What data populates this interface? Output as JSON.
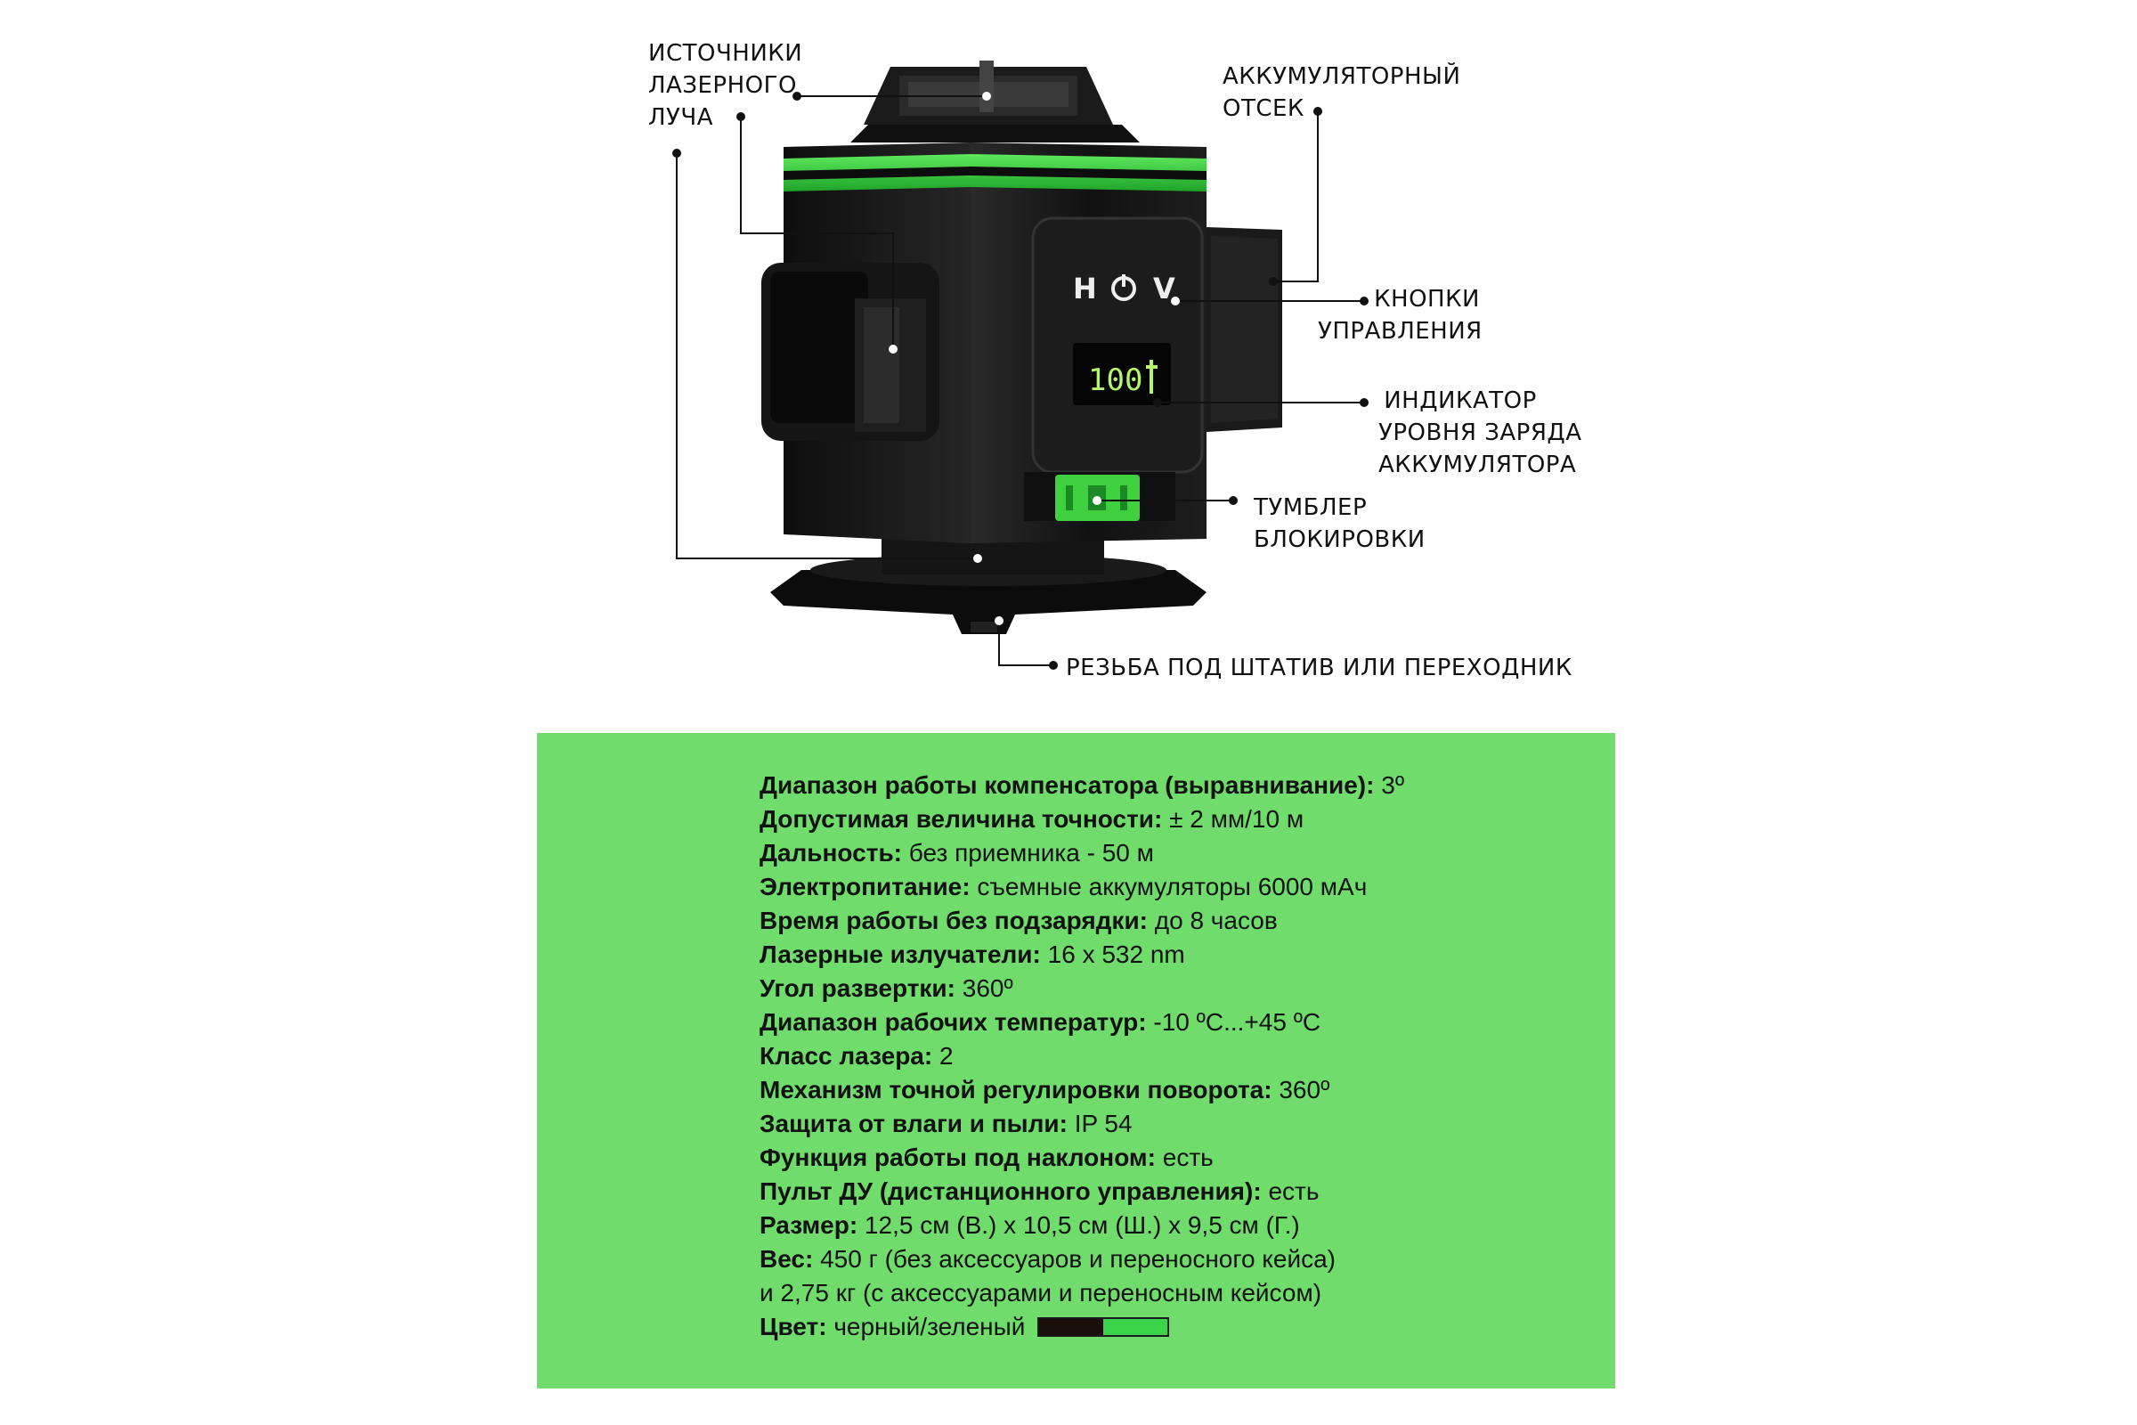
{
  "callouts": {
    "laser_sources": [
      "ИСТОЧНИКИ",
      "ЛАЗЕРНОГО",
      "ЛУЧА"
    ],
    "battery_bay": [
      "АККУМУЛЯТОРНЫЙ",
      "ОТСЕК"
    ],
    "control_buttons": [
      "КНОПКИ",
      "УПРАВЛЕНИЯ"
    ],
    "battery_indicator": [
      "ИНДИКАТОР",
      "УРОВНЯ ЗАРЯДА",
      "АККУМУЛЯТОРА"
    ],
    "lock_toggle": [
      "ТУМБЛЕР",
      "БЛОКИРОВКИ"
    ],
    "tripod_thread": [
      "РЕЗЬБА ПОД ШТАТИВ ИЛИ ПЕРЕХОДНИК"
    ]
  },
  "device": {
    "button_h": "H",
    "button_v": "V",
    "display_value": "100"
  },
  "specs": [
    {
      "label": "Диапазон работы компенсатора (выравнивание):",
      "value": " 3º"
    },
    {
      "label": "Допустимая величина точности:",
      "value": " ± 2 мм/10 м"
    },
    {
      "label": "Дальность:",
      "value": " без приемника - 50 м"
    },
    {
      "label": "Электропитание:",
      "value": " съемные аккумуляторы 6000 мАч"
    },
    {
      "label": "Время работы без подзарядки:",
      "value": " до 8 часов"
    },
    {
      "label": "Лазерные излучатели:",
      "value": " 16 х 532 nm"
    },
    {
      "label": "Угол развертки:",
      "value": " 360º"
    },
    {
      "label": "Диапазон рабочих температур:",
      "value": " -10 ºC...+45 ºC"
    },
    {
      "label": "Класс лазера:",
      "value": " 2"
    },
    {
      "label": "Механизм точной регулировки поворота:",
      "value": " 360º"
    },
    {
      "label": "Защита от влаги и пыли:",
      "value": " IP 54"
    },
    {
      "label": "Функция работы под наклоном:",
      "value": " есть"
    },
    {
      "label": "Пульт ДУ (дистанционного управления):",
      "value": " есть"
    },
    {
      "label": "Размер:",
      "value": " 12,5 см (В.) х 10,5 см (Ш.) х 9,5 см (Г.)"
    },
    {
      "label": "Вес:",
      "value": " 450 г (без аксессуаров и переносного кейса)"
    },
    {
      "label": "",
      "value": "и 2,75 кг (с аксессуарами и переносным кейсом)"
    },
    {
      "label": "Цвет:",
      "value": " черный/зеленый"
    }
  ],
  "colors": {
    "panel_green": "#6fdc6c",
    "device_black": "#141414",
    "accent_green": "#34c83a",
    "swatch_black": "#1a0e0a",
    "swatch_green": "#3bd34a"
  }
}
